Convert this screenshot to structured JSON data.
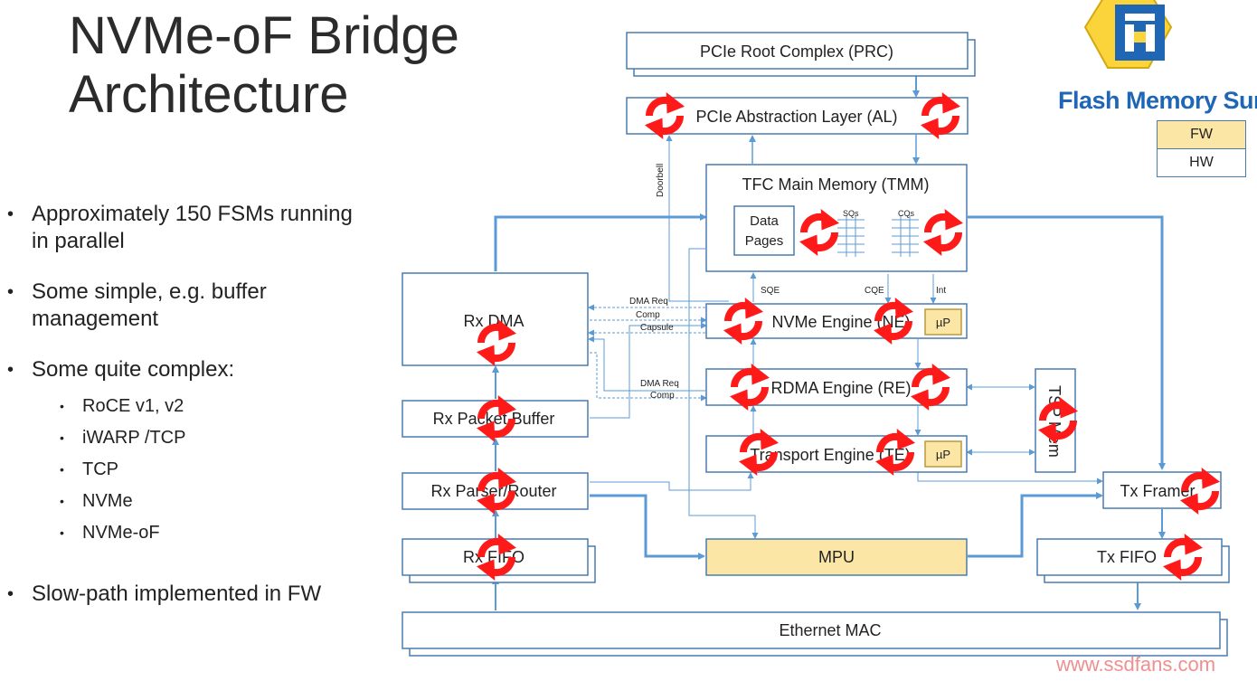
{
  "slide": {
    "title_lines": [
      "NVMe-oF Bridge",
      "Architecture"
    ],
    "bullets": [
      "Approximately 150 FSMs running in parallel",
      "Some simple, e.g. buffer management",
      "Some quite complex:",
      "Slow-path implemented in FW"
    ],
    "sub_bullets": [
      "RoCE v1, v2",
      "iWARP /TCP",
      "TCP",
      "NVMe",
      "NVMe-oF"
    ]
  },
  "diagram": {
    "blocks": {
      "prc": "PCIe Root Complex (PRC)",
      "al": "PCIe Abstraction Layer (AL)",
      "tmm": "TFC Main Memory (TMM)",
      "data_pages_1": "Data",
      "data_pages_2": "Pages",
      "rx_dma": "Rx DMA",
      "ne": "NVMe Engine (NE)",
      "re": "RDMA Engine (RE)",
      "te": "Transport Engine (TE)",
      "rx_packet_buffer": "Rx Packet Buffer",
      "rx_parser": "Rx Parser/Router",
      "rx_fifo": "Rx FIFO",
      "mpu": "MPU",
      "tx_framer": "Tx Framer",
      "tx_fifo": "Tx FIFO",
      "ethernet_mac": "Ethernet MAC",
      "tsp_mem": "TSP Mem",
      "up1": "µP",
      "up2": "µP"
    },
    "labels": {
      "doorbell": "Doorbell",
      "sqs": "SQs",
      "cqs": "CQs",
      "sqe": "SQE",
      "cqe": "CQE",
      "int": "Int",
      "dma_req_1": "DMA Req",
      "comp_1": "Comp",
      "capsule": "Capsule",
      "dma_req_2": "DMA Req",
      "comp_2": "Comp"
    },
    "colors": {
      "box_border": "#4a7cb0",
      "arrow": "#5b9bd5",
      "fw_fill": "#fbe6a6",
      "fsm_icon": "#ff1a1a"
    }
  },
  "logo": {
    "text": "Flash Memory Summ"
  },
  "legend": {
    "fw": "FW",
    "hw": "HW"
  },
  "watermark": "www.ssdfans.com"
}
